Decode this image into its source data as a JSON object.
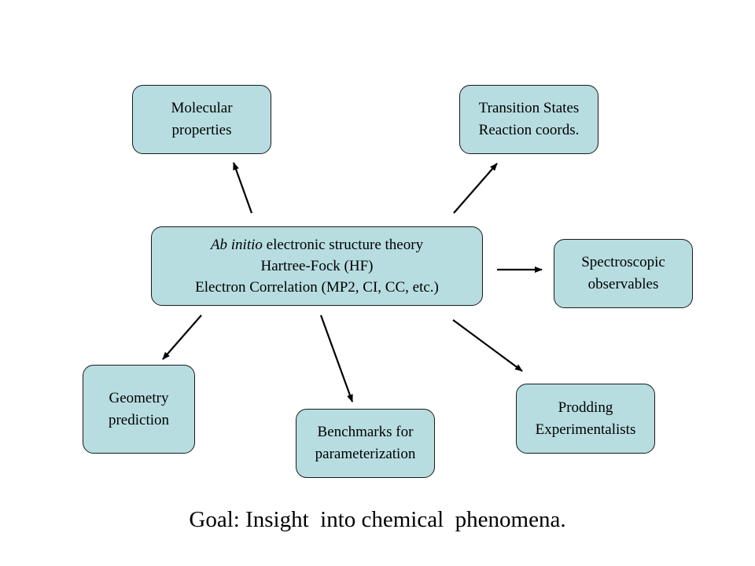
{
  "center": {
    "line1_italic": "Ab initio",
    "line1_rest": " electronic structure theory",
    "line2": "Hartree-Fock (HF)",
    "line3": "Electron Correlation (MP2, CI, CC, etc.)"
  },
  "nodes": {
    "molecular": [
      "Molecular",
      "properties"
    ],
    "transition": [
      "Transition States",
      "Reaction coords."
    ],
    "spectroscopic": [
      "Spectroscopic",
      "observables"
    ],
    "geometry": [
      "Geometry",
      "prediction"
    ],
    "benchmarks": [
      "Benchmarks for",
      "parameterization"
    ],
    "prodding": [
      "Prodding",
      "Experimentalists"
    ]
  },
  "goal": "Goal: Insight  into chemical  phenomena.",
  "colors": {
    "box_fill": "#b7dde1",
    "box_border": "#1a1a1a",
    "arrow": "#000000"
  }
}
